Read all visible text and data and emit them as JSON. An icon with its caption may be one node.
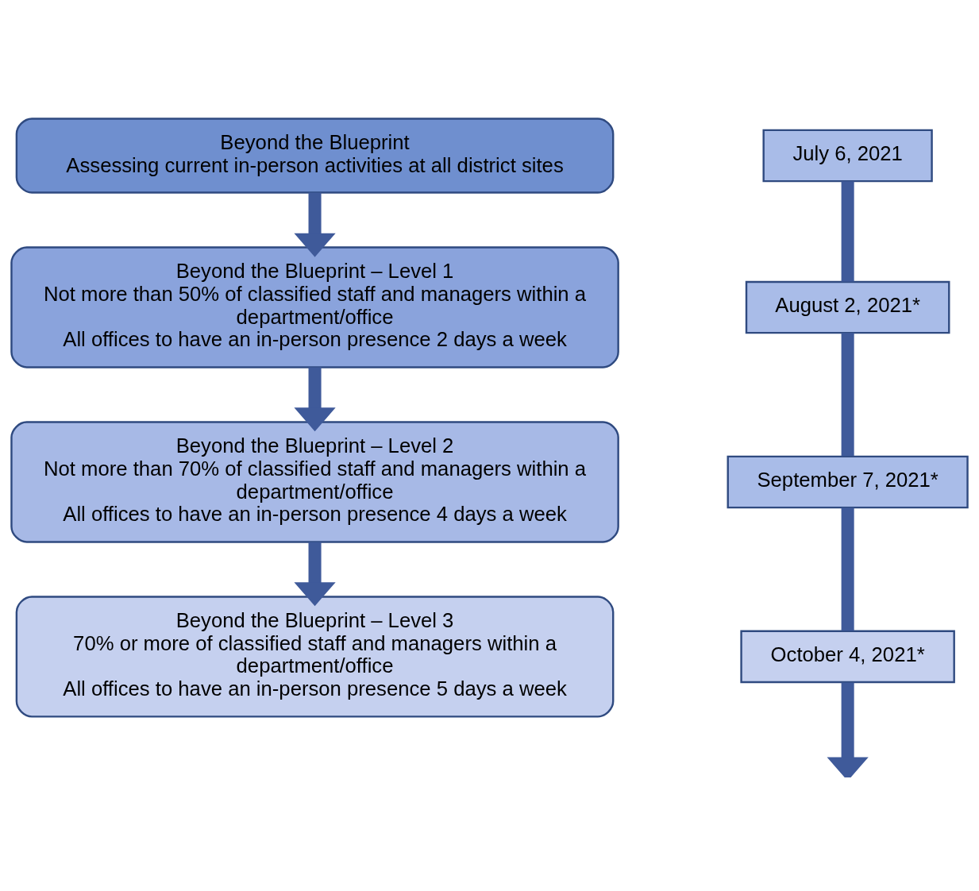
{
  "diagram": {
    "nodes": [
      {
        "text": [
          "Beyond the Blueprint",
          "Assessing current in-person activities at all district sites"
        ]
      },
      {
        "text": [
          "Beyond the Blueprint – Level 1",
          "Not more than 50% of classified staff and managers within a department/office",
          "All offices to have an in-person presence 2 days a week"
        ]
      },
      {
        "text": [
          "Beyond the Blueprint – Level 2",
          "Not more than 70% of classified staff and managers within a department/office",
          "All offices to have an in-person presence 4 days a week"
        ]
      },
      {
        "text": [
          "Beyond the Blueprint – Level 3",
          "70% or more of classified staff and managers within a department/office",
          "All offices to have an in-person presence 5 days a week"
        ]
      },
      {
        "text": [
          "July 6, 2021"
        ]
      },
      {
        "text": [
          "August 2, 2021*"
        ]
      },
      {
        "text": [
          "September 7, 2021*"
        ]
      },
      {
        "text": [
          "October 4, 2021*"
        ]
      }
    ],
    "edges": [
      {
        "from": 0,
        "to": 1,
        "arrow": "to"
      },
      {
        "from": 1,
        "to": 2,
        "arrow": "to"
      },
      {
        "from": 2,
        "to": 3,
        "arrow": "to"
      },
      {
        "from": 4,
        "to": 5,
        "arrow": "none"
      },
      {
        "from": 5,
        "to": 6,
        "arrow": "none"
      },
      {
        "from": 6,
        "to": 7,
        "arrow": "none"
      },
      {
        "from": 7,
        "to": null,
        "arrow": "to"
      }
    ]
  }
}
